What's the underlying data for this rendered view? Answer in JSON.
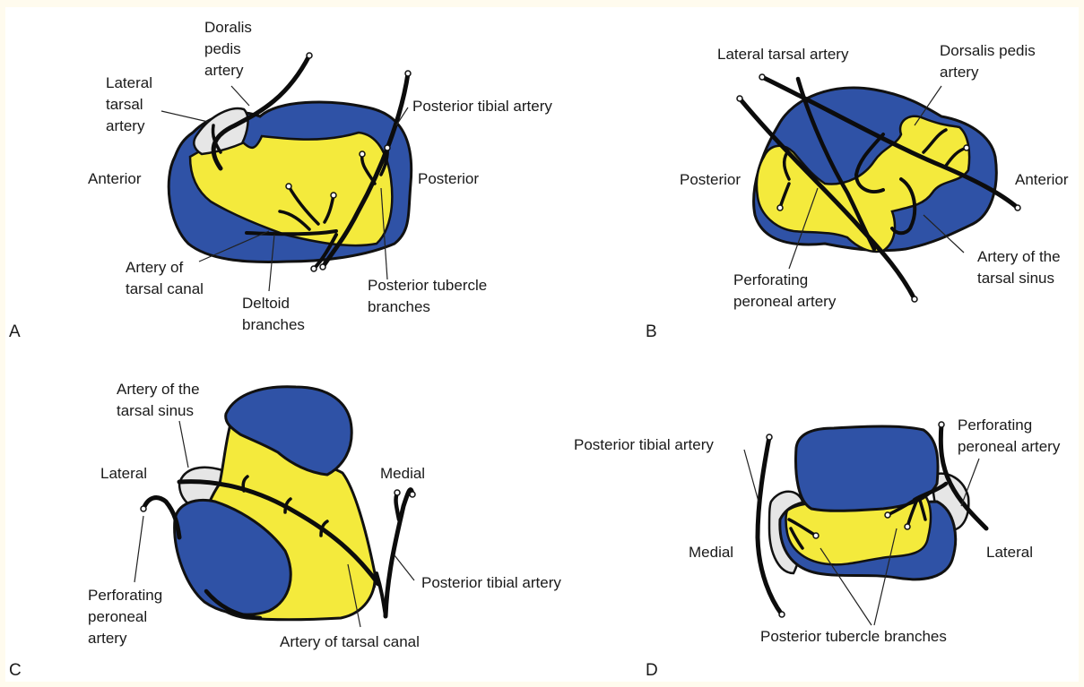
{
  "colors": {
    "background": "#fffbee",
    "bone_blue": "#2f52a6",
    "cartilage_yellow": "#f4ea3c",
    "fat_gray": "#e6e6e6",
    "artery": "#0c0c0c"
  },
  "panels": {
    "A": {
      "letter": "A",
      "labels": {
        "dorsalis_line1": "Doralis",
        "dorsalis_line2": "pedis",
        "dorsalis_line3": "artery",
        "lateral_tarsal_line1": "Lateral",
        "lateral_tarsal_line2": "tarsal",
        "lateral_tarsal_line3": "artery",
        "posterior_tibial": "Posterior tibial artery",
        "anterior": "Anterior",
        "posterior": "Posterior",
        "tarsal_canal_line1": "Artery of",
        "tarsal_canal_line2": "tarsal canal",
        "deltoid_line1": "Deltoid",
        "deltoid_line2": "branches",
        "tubercle_line1": "Posterior tubercle",
        "tubercle_line2": "branches"
      }
    },
    "B": {
      "letter": "B",
      "labels": {
        "lateral_tarsal": "Lateral tarsal artery",
        "dorsalis_line1": "Dorsalis pedis",
        "dorsalis_line2": "artery",
        "posterior": "Posterior",
        "anterior": "Anterior",
        "sinus_line1": "Artery of the",
        "sinus_line2": "tarsal sinus",
        "perforating_line1": "Perforating",
        "perforating_line2": "peroneal artery"
      }
    },
    "C": {
      "letter": "C",
      "labels": {
        "sinus_line1": "Artery of the",
        "sinus_line2": "tarsal sinus",
        "lateral": "Lateral",
        "medial": "Medial",
        "posterior_tibial": "Posterior tibial artery",
        "perforating_line1": "Perforating",
        "perforating_line2": "peroneal",
        "perforating_line3": "artery",
        "tarsal_canal": "Artery of tarsal canal"
      }
    },
    "D": {
      "letter": "D",
      "labels": {
        "posterior_tibial": "Posterior tibial  artery",
        "perforating_line1": "Perforating",
        "perforating_line2": "peroneal artery",
        "medial": "Medial",
        "lateral": "Lateral",
        "tubercle": "Posterior tubercle branches"
      }
    }
  }
}
